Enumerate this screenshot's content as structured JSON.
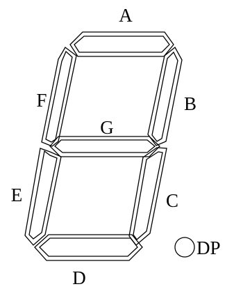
{
  "diagram": {
    "segments": {
      "a": "A",
      "b": "B",
      "c": "C",
      "d": "D",
      "e": "E",
      "f": "F",
      "g": "G",
      "dp": "DP"
    }
  }
}
